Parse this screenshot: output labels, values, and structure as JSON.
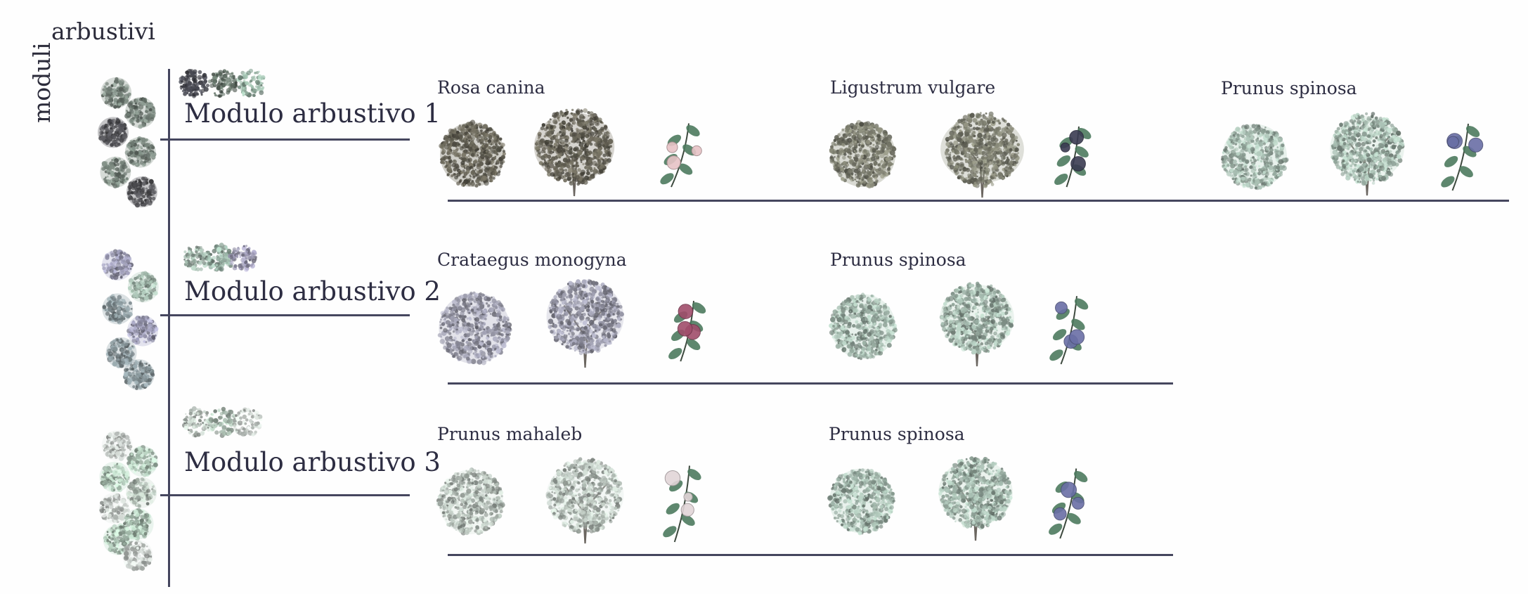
{
  "title": {
    "line1": "moduli",
    "line2": "arbustivi"
  },
  "modules": [
    {
      "label": "Modulo arbustivo 1",
      "species": [
        {
          "name": "Rosa canina",
          "icon": "rosa-canina-icon",
          "canopy": "#5d5a4e",
          "flower": "#e7c3c6"
        },
        {
          "name": "Ligustrum vulgare",
          "icon": "ligustrum-vulgare-icon",
          "canopy": "#737466",
          "flower": "#3a3b52"
        },
        {
          "name": "Prunus spinosa",
          "icon": "prunus-spinosa-icon",
          "canopy": "#93a79c",
          "flower": "#6a6fa6"
        }
      ]
    },
    {
      "label": "Modulo arbustivo 2",
      "species": [
        {
          "name": "Crataegus monogyna",
          "icon": "crataegus-monogyna-icon",
          "canopy": "#8a8a99",
          "flower": "#a04d6b"
        },
        {
          "name": "Prunus spinosa",
          "icon": "prunus-spinosa-icon",
          "canopy": "#93a79c",
          "flower": "#6a6fa6"
        }
      ]
    },
    {
      "label": "Modulo arbustivo 3",
      "species": [
        {
          "name": "Prunus mahaleb",
          "icon": "prunus-mahaleb-icon",
          "canopy": "#a9b3ac",
          "flower": "#e2d5d8"
        },
        {
          "name": "Prunus spinosa",
          "icon": "prunus-spinosa-icon",
          "canopy": "#93a79c",
          "flower": "#6a6fa6"
        }
      ]
    }
  ]
}
